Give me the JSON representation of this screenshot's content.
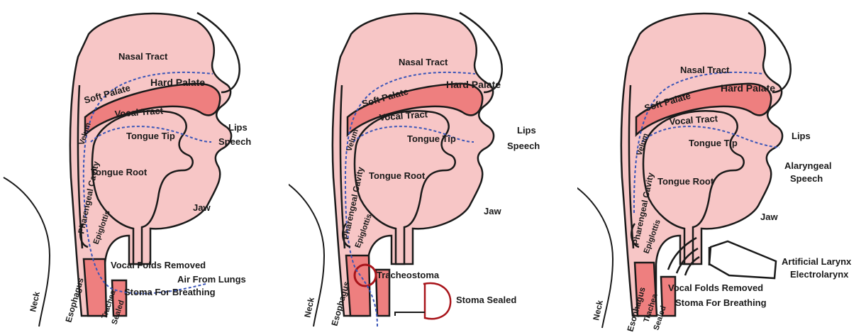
{
  "colors": {
    "tissue": "#f7c6c6",
    "deep_tissue": "#ee7f7f",
    "outline": "#1a1a1a",
    "airflow": "#3a55b8",
    "stoma_ring": "#a8141a"
  },
  "panels": [
    {
      "id": "laryngectomy",
      "labels": {
        "nasal_tract": "Nasal Tract",
        "hard_palate": "Hard Palate",
        "soft_palate": "Soft Palate",
        "velum": "Velum",
        "vocal_tract": "Vocal Tract",
        "tongue_tip": "Tongue Tip",
        "lips": "Lips",
        "speech": "Speech",
        "tongue_root": "Tongue Root",
        "pharyngeal_cavity": "Pharengeal Cavity",
        "jaw": "Jaw",
        "epiglottis": "Epiglottis",
        "vocal_folds_removed": "Vocal Folds Removed",
        "air_from_lungs": "Air From Lungs",
        "stoma_for_breathing": "Stoma For Breathing",
        "trachea": "Trachea",
        "sealed": "Sealed",
        "esophagus": "Esophagus",
        "neck": "Neck"
      }
    },
    {
      "id": "tracheoesophageal",
      "labels": {
        "nasal_tract": "Nasal Tract",
        "hard_palate": "Hard Palate",
        "soft_palate": "Soft Palate",
        "velum": "Velum",
        "vocal_tract": "Vocal Tract",
        "tongue_tip": "Tongue Tip",
        "lips": "Lips",
        "speech": "Speech",
        "tongue_root": "Tongue Root",
        "pharyngeal_cavity": "Pharengeal Cavity",
        "jaw": "Jaw",
        "epiglottis": "Epiglottis",
        "tracheostoma": "Tracheostoma",
        "stoma_sealed": "Stoma Sealed",
        "esophagus": "Esophagus",
        "neck": "Neck"
      }
    },
    {
      "id": "electrolarynx",
      "labels": {
        "nasal_tract": "Nasal Tract",
        "hard_palate": "Hard Palate",
        "soft_palate": "Soft Palate",
        "velum": "Velum",
        "vocal_tract": "Vocal Tract",
        "tongue_tip": "Tongue Tip",
        "lips": "Lips",
        "alaryngeal": "Alaryngeal",
        "speech": "Speech",
        "tongue_root": "Tongue Root",
        "pharyngeal_cavity": "Pharengeal Cavity",
        "jaw": "Jaw",
        "epiglottis": "Epiglottis",
        "artificial_larynx": "Artificial Larynx",
        "electrolarynx": "Electrolarynx",
        "vocal_folds_removed": "Vocal Folds Removed",
        "stoma_for_breathing": "Stoma For Breathing",
        "trachea": "Trachea",
        "sealed": "Sealed",
        "esophagus": "Esophagus",
        "neck": "Neck"
      }
    }
  ]
}
